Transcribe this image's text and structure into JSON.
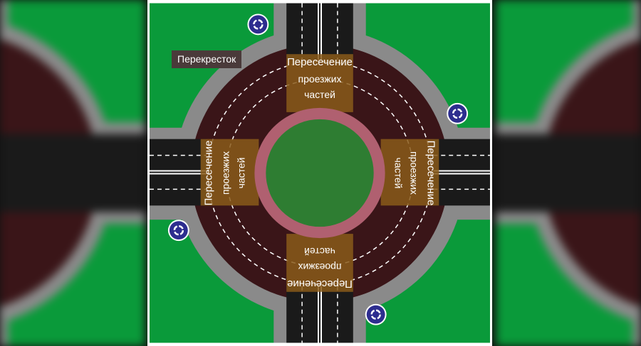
{
  "title_label": "Перекресток",
  "zone_label": {
    "line1": "Пересечение",
    "line2": "проезжих",
    "line3": "частей"
  },
  "icons": [
    "roundabout-sign-icon"
  ],
  "colors": {
    "grass": "#0a9a3a",
    "sidewalk": "#8a8a8a",
    "ring_road": "#3a1518",
    "road": "#1a1a1a",
    "zone": "#8a5a1a",
    "island_ring": "#b06070",
    "island": "#2e7d32",
    "sign": "#2d2d8f"
  }
}
